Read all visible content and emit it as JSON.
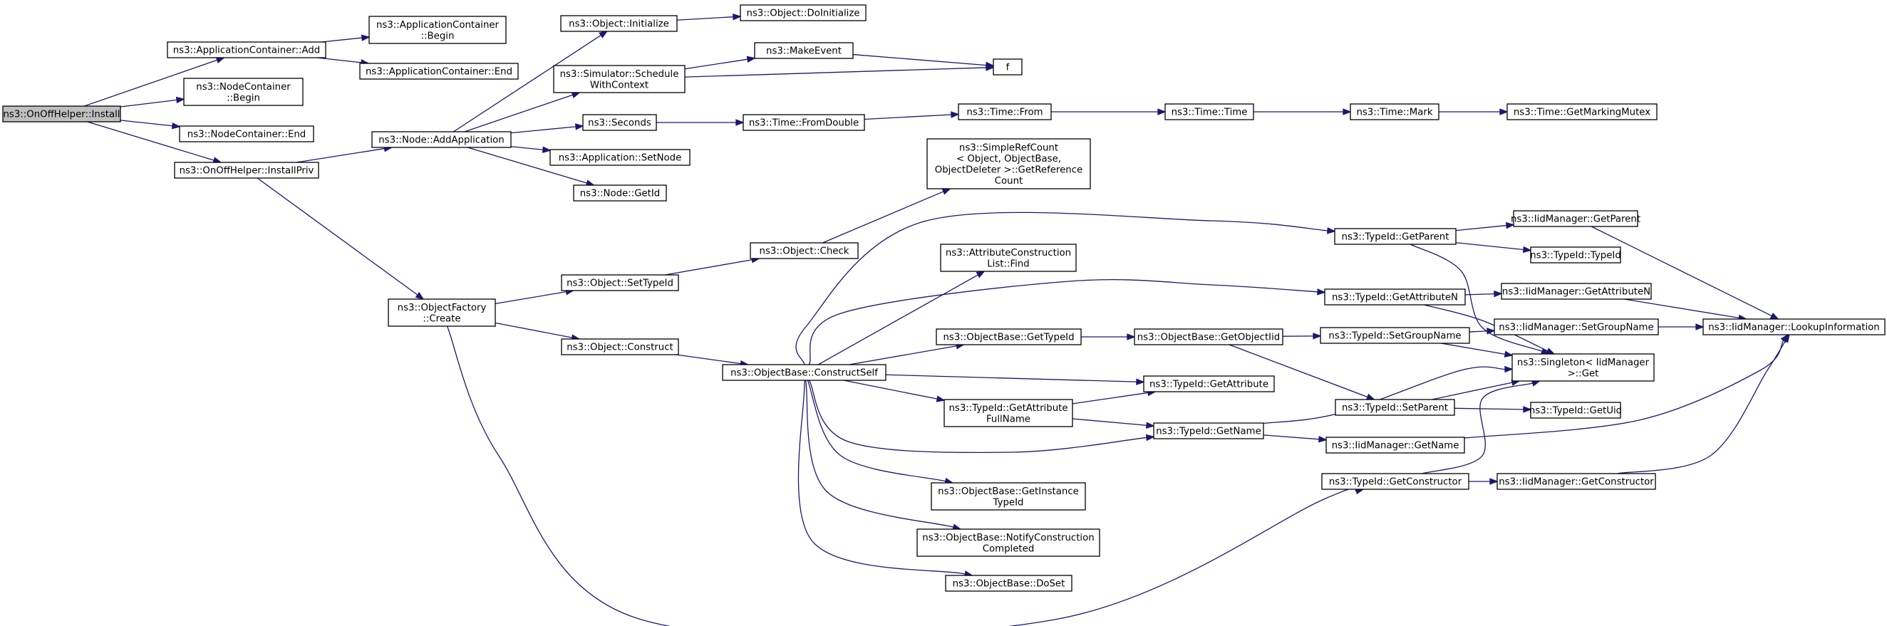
{
  "colors": {
    "edge": "#191970",
    "focus_fill": "#bfbfbf",
    "node_fill": "#ffffff",
    "node_border": "#000000",
    "highlight_border": "#ff0000"
  },
  "nodes": [
    {
      "id": "install",
      "lines": [
        "ns3::OnOffHelper::Install"
      ],
      "style": "focus"
    },
    {
      "id": "ac_add",
      "lines": [
        "ns3::ApplicationContainer::Add"
      ]
    },
    {
      "id": "nc_begin",
      "lines": [
        "ns3::NodeContainer",
        "::Begin"
      ]
    },
    {
      "id": "nc_end",
      "lines": [
        "ns3::NodeContainer::End"
      ]
    },
    {
      "id": "installpriv",
      "lines": [
        "ns3::OnOffHelper::InstallPriv"
      ]
    },
    {
      "id": "ac_begin",
      "lines": [
        "ns3::ApplicationContainer",
        "::Begin"
      ]
    },
    {
      "id": "ac_end",
      "lines": [
        "ns3::ApplicationContainer::End"
      ]
    },
    {
      "id": "addapp",
      "lines": [
        "ns3::Node::AddApplication"
      ]
    },
    {
      "id": "objfactory",
      "lines": [
        "ns3::ObjectFactory",
        "::Create"
      ]
    },
    {
      "id": "obj_init",
      "lines": [
        "ns3::Object::Initialize"
      ]
    },
    {
      "id": "sim_sched",
      "lines": [
        "ns3::Simulator::Schedule",
        "WithContext"
      ]
    },
    {
      "id": "seconds",
      "lines": [
        "ns3::Seconds"
      ]
    },
    {
      "id": "app_setnode",
      "lines": [
        "ns3::Application::SetNode"
      ]
    },
    {
      "id": "node_getid",
      "lines": [
        "ns3::Node::GetId"
      ]
    },
    {
      "id": "obj_settypeid",
      "lines": [
        "ns3::Object::SetTypeId"
      ]
    },
    {
      "id": "obj_construct",
      "lines": [
        "ns3::Object::Construct"
      ]
    },
    {
      "id": "obj_doinit",
      "lines": [
        "ns3::Object::DoInitialize"
      ]
    },
    {
      "id": "makeevent",
      "lines": [
        "ns3::MakeEvent"
      ]
    },
    {
      "id": "f",
      "lines": [
        "f"
      ]
    },
    {
      "id": "time_fromdouble",
      "lines": [
        "ns3::Time::FromDouble"
      ]
    },
    {
      "id": "obj_check",
      "lines": [
        "ns3::Object::Check"
      ]
    },
    {
      "id": "constructself",
      "lines": [
        "ns3::ObjectBase::ConstructSelf"
      ]
    },
    {
      "id": "simplerefcount",
      "lines": [
        "ns3::SimpleRefCount",
        "< Object, ObjectBase,",
        " ObjectDeleter >::GetReference",
        "Count"
      ]
    },
    {
      "id": "attrlist_find",
      "lines": [
        "ns3::AttributeConstruction",
        "List::Find"
      ]
    },
    {
      "id": "ob_gettypeid",
      "lines": [
        "ns3::ObjectBase::GetTypeId"
      ]
    },
    {
      "id": "tid_getattrfull",
      "lines": [
        "ns3::TypeId::GetAttribute",
        "FullName"
      ]
    },
    {
      "id": "ob_getinstance",
      "lines": [
        "ns3::ObjectBase::GetInstance",
        "TypeId"
      ]
    },
    {
      "id": "ob_notify",
      "lines": [
        "ns3::ObjectBase::NotifyConstruction",
        "Completed"
      ]
    },
    {
      "id": "ob_doset",
      "lines": [
        "ns3::ObjectBase::DoSet"
      ]
    },
    {
      "id": "time_from",
      "lines": [
        "ns3::Time::From"
      ]
    },
    {
      "id": "ob_getobjectiid",
      "lines": [
        "ns3::ObjectBase::GetObjectIid"
      ]
    },
    {
      "id": "tid_getattribute",
      "lines": [
        "ns3::TypeId::GetAttribute"
      ]
    },
    {
      "id": "tid_getname",
      "lines": [
        "ns3::TypeId::GetName"
      ]
    },
    {
      "id": "time_time",
      "lines": [
        "ns3::Time::Time"
      ]
    },
    {
      "id": "tid_getparent",
      "lines": [
        "ns3::TypeId::GetParent"
      ]
    },
    {
      "id": "tid_getattrn",
      "lines": [
        "ns3::TypeId::GetAttributeN"
      ]
    },
    {
      "id": "tid_setgroup",
      "lines": [
        "ns3::TypeId::SetGroupName"
      ]
    },
    {
      "id": "tid_setparent",
      "lines": [
        "ns3::TypeId::SetParent"
      ],
      "style": "highlight"
    },
    {
      "id": "iid_getname",
      "lines": [
        "ns3::IidManager::GetName"
      ]
    },
    {
      "id": "tid_getctor",
      "lines": [
        "ns3::TypeId::GetConstructor"
      ]
    },
    {
      "id": "time_mark",
      "lines": [
        "ns3::Time::Mark"
      ]
    },
    {
      "id": "iid_getparent",
      "lines": [
        "ns3::IidManager::GetParent"
      ]
    },
    {
      "id": "tid_typeid",
      "lines": [
        "ns3::TypeId::TypeId"
      ]
    },
    {
      "id": "iid_getattrn",
      "lines": [
        "ns3::IidManager::GetAttributeN"
      ]
    },
    {
      "id": "iid_setgroup",
      "lines": [
        "ns3::IidManager::SetGroupName"
      ]
    },
    {
      "id": "singleton",
      "lines": [
        "ns3::Singleton< IidManager",
        " >::Get"
      ]
    },
    {
      "id": "tid_getuid",
      "lines": [
        "ns3::TypeId::GetUid"
      ]
    },
    {
      "id": "iid_getctor",
      "lines": [
        "ns3::IidManager::GetConstructor"
      ]
    },
    {
      "id": "time_mutex",
      "lines": [
        "ns3::Time::GetMarkingMutex"
      ]
    },
    {
      "id": "iid_lookup",
      "lines": [
        "ns3::IidManager::LookupInformation"
      ]
    }
  ],
  "edges": [
    [
      "install",
      "ac_add"
    ],
    [
      "install",
      "nc_begin"
    ],
    [
      "install",
      "nc_end"
    ],
    [
      "install",
      "installpriv"
    ],
    [
      "ac_add",
      "ac_begin"
    ],
    [
      "ac_add",
      "ac_end"
    ],
    [
      "installpriv",
      "addapp"
    ],
    [
      "installpriv",
      "objfactory"
    ],
    [
      "addapp",
      "obj_init"
    ],
    [
      "addapp",
      "sim_sched"
    ],
    [
      "addapp",
      "seconds"
    ],
    [
      "addapp",
      "app_setnode"
    ],
    [
      "addapp",
      "node_getid"
    ],
    [
      "obj_init",
      "obj_doinit"
    ],
    [
      "sim_sched",
      "makeevent"
    ],
    [
      "sim_sched",
      "f"
    ],
    [
      "makeevent",
      "f"
    ],
    [
      "seconds",
      "time_fromdouble"
    ],
    [
      "time_fromdouble",
      "time_from"
    ],
    [
      "time_from",
      "time_time"
    ],
    [
      "time_time",
      "time_mark"
    ],
    [
      "time_mark",
      "time_mutex"
    ],
    [
      "objfactory",
      "obj_settypeid"
    ],
    [
      "objfactory",
      "obj_construct"
    ],
    [
      "objfactory",
      "tid_getctor"
    ],
    [
      "obj_settypeid",
      "obj_check"
    ],
    [
      "obj_check",
      "simplerefcount"
    ],
    [
      "obj_construct",
      "constructself"
    ],
    [
      "constructself",
      "tid_getparent"
    ],
    [
      "constructself",
      "attrlist_find"
    ],
    [
      "constructself",
      "tid_getattrn"
    ],
    [
      "constructself",
      "ob_gettypeid"
    ],
    [
      "constructself",
      "tid_getattribute"
    ],
    [
      "constructself",
      "tid_getattrfull"
    ],
    [
      "constructself",
      "tid_getname"
    ],
    [
      "constructself",
      "ob_getinstance"
    ],
    [
      "constructself",
      "ob_notify"
    ],
    [
      "constructself",
      "ob_doset"
    ],
    [
      "ob_gettypeid",
      "ob_getobjectiid"
    ],
    [
      "ob_getobjectiid",
      "tid_setgroup"
    ],
    [
      "ob_getobjectiid",
      "tid_setparent"
    ],
    [
      "tid_getattrfull",
      "tid_getattribute"
    ],
    [
      "tid_getattrfull",
      "tid_getname"
    ],
    [
      "tid_getname",
      "singleton"
    ],
    [
      "tid_getname",
      "iid_getname"
    ],
    [
      "tid_getparent",
      "iid_getparent"
    ],
    [
      "tid_getparent",
      "tid_typeid"
    ],
    [
      "tid_getparent",
      "singleton"
    ],
    [
      "tid_getattrn",
      "iid_getattrn"
    ],
    [
      "tid_getattrn",
      "singleton"
    ],
    [
      "tid_setgroup",
      "iid_setgroup"
    ],
    [
      "tid_setgroup",
      "singleton"
    ],
    [
      "tid_setparent",
      "singleton"
    ],
    [
      "tid_setparent",
      "tid_getuid"
    ],
    [
      "iid_getname",
      "iid_lookup"
    ],
    [
      "tid_getctor",
      "iid_getctor"
    ],
    [
      "tid_getctor",
      "singleton"
    ],
    [
      "iid_getparent",
      "iid_lookup"
    ],
    [
      "iid_getattrn",
      "iid_lookup"
    ],
    [
      "iid_setgroup",
      "iid_lookup"
    ],
    [
      "iid_getctor",
      "iid_lookup"
    ]
  ]
}
